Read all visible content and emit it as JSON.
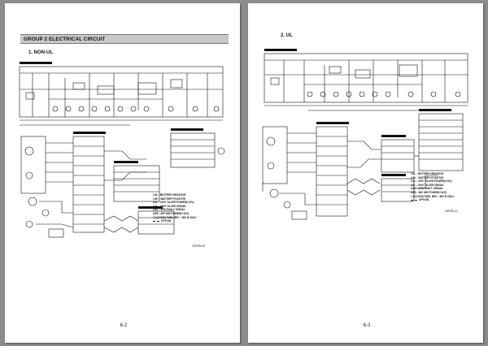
{
  "page_left": {
    "group_header": "GROUP  2  ELECTRICAL CIRCUIT",
    "section_title": "1. NON-UL",
    "figure_code": "25F9EL00",
    "page_number": "6-2",
    "legend": [
      "1,B- : BATTERY NEGATIVE",
      "2,B+ : BATTERY POSITIVE",
      "3,G- : OHV TILLER POWER(+12V)",
      "4,G- : OHV TILLER SIGNAL",
      "5,B7 : EPS FAULT SIGNAL",
      "6,E5 : 48V DIR POWER(+12V)",
      "7,ACCESS FWD, REV : 48V B ONLY",
      "OPTION"
    ]
  },
  "page_right": {
    "section_title": "2. UL",
    "figure_code": "25F9EL01",
    "page_number": "6-3",
    "legend": [
      "1,B- : BATTERY NEGATIVE",
      "2,B+ : BATTERY POSITIVE",
      "3,G- : OHV TILLER POWER(+12V)",
      "4,G- : OHV TILLER SIGNAL",
      "5,B7 : EPS FAULT SIGNAL",
      "6,E5 : 48V DIR POWER(+12V)",
      "7,ACCESS FWD, REV : 48V B ONLY",
      "OPTION"
    ]
  }
}
